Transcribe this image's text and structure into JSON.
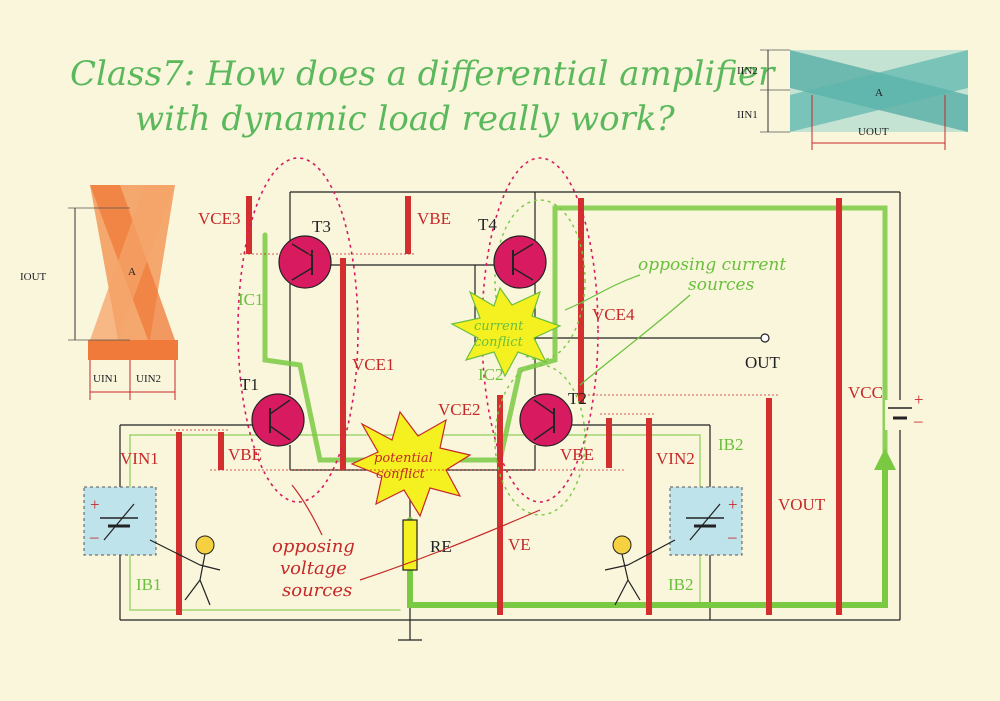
{
  "title": {
    "line1": "Class7: How does a differential amplifier",
    "line2": "with dynamic load really work?"
  },
  "transistors": {
    "t1": "T1",
    "t2": "T2",
    "t3": "T3",
    "t4": "T4"
  },
  "voltages": {
    "vce3": "VCE3",
    "vbe_top": "VBE",
    "vce1": "VCE1",
    "vce4": "VCE4",
    "vce2": "VCE2",
    "vbe_left": "VBE",
    "vbe_right": "VBE",
    "vin1": "VIN1",
    "vin2": "VIN2",
    "ve": "VE",
    "vout": "VOUT",
    "vcc": "VCC"
  },
  "currents": {
    "ic1": "IC1",
    "ic2": "IC2",
    "ib1": "IB1",
    "ib2_top": "IB2",
    "ib2_bottom": "IB2"
  },
  "components": {
    "re": "RE",
    "out": "OUT"
  },
  "annotations": {
    "opposing_current_1": "opposing current",
    "opposing_current_2": "sources",
    "opposing_voltage_1": "opposing",
    "opposing_voltage_2": "voltage",
    "opposing_voltage_3": "sources",
    "current_conflict_1": "current",
    "current_conflict_2": "conflict",
    "potential_conflict_1": "potential",
    "potential_conflict_2": "conflict"
  },
  "left_inset": {
    "iout": "IOUT",
    "a": "A",
    "uin1": "UIN1",
    "uin2": "UIN2"
  },
  "right_inset": {
    "iin2": "IIN2",
    "iin1": "IIN1",
    "a": "A",
    "uout": "UOUT"
  },
  "colors": {
    "background": "#f9f6dc",
    "title": "#5cb85c",
    "red": "#d32f2f",
    "green": "#7ac943",
    "magenta": "#d81b60",
    "burst": "#f5f020",
    "teal": "#4aa6a0",
    "orange": "#f07a2a"
  }
}
